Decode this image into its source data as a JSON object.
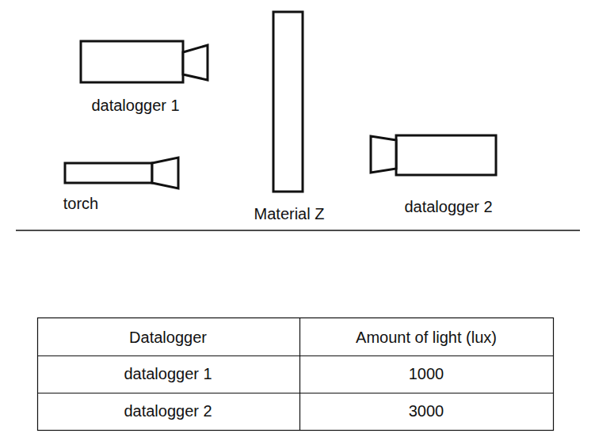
{
  "diagram": {
    "labels": [
      "datalogger 1",
      "torch",
      "Material Z",
      "datalogger 2",
      "Datalogger",
      "Amount of light (lux)",
      "datalogger 1",
      "1000",
      "datalogger 2",
      "3000"
    ]
  }
}
